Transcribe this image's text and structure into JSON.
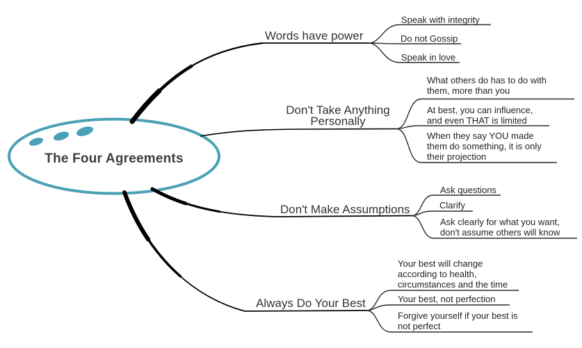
{
  "title": "The Four Agreements",
  "colors": {
    "accent": "#4AA1B6",
    "line": "#2a2a2a",
    "thick_line": "#000000"
  },
  "branches": [
    {
      "label": "Words have power",
      "children": [
        "Speak with integrity",
        "Do not Gossip",
        "Speak in love"
      ]
    },
    {
      "label": "Don't Take Anything\nPersonally",
      "children": [
        "What others do has to do with\nthem, more than you",
        "At best, you can influence,\nand even THAT is limited",
        "When they say YOU made\nthem do something, it is only\ntheir projection"
      ]
    },
    {
      "label": "Don't Make Assumptions",
      "children": [
        "Ask questions",
        "Clarify",
        "Ask clearly for what you want,\ndon't assume others will know"
      ]
    },
    {
      "label": "Always Do Your Best",
      "children": [
        "Your best will change\naccording to health,\ncircumstances and the time",
        "Your best, not perfection",
        "Forgive yourself if your best is\nnot perfect"
      ]
    }
  ]
}
